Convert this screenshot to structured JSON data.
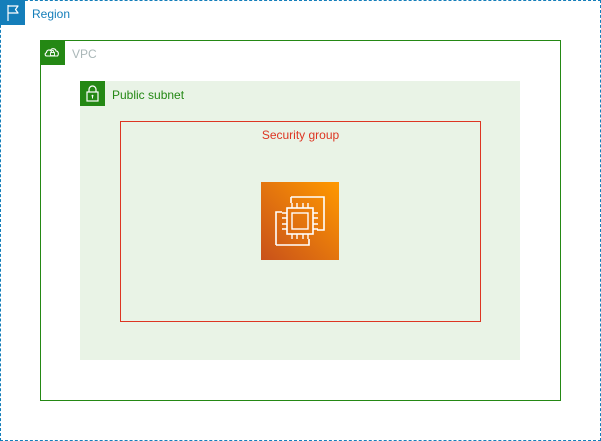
{
  "diagram": {
    "region": {
      "label": "Region",
      "icon": "flag-icon",
      "color": "#147EBA"
    },
    "vpc": {
      "label": "VPC",
      "icon": "cloud-lock-icon",
      "color": "#248814",
      "label_color": "#AAB7B8"
    },
    "subnet": {
      "label": "Public subnet",
      "icon": "padlock-icon",
      "color": "#248814",
      "fill": "#E9F3E6"
    },
    "security_group": {
      "label": "Security group",
      "color": "#DD3522"
    },
    "instance": {
      "icon": "ec2-instance-icon",
      "gradient_start": "#F78E04",
      "gradient_end": "#D05C17"
    }
  }
}
